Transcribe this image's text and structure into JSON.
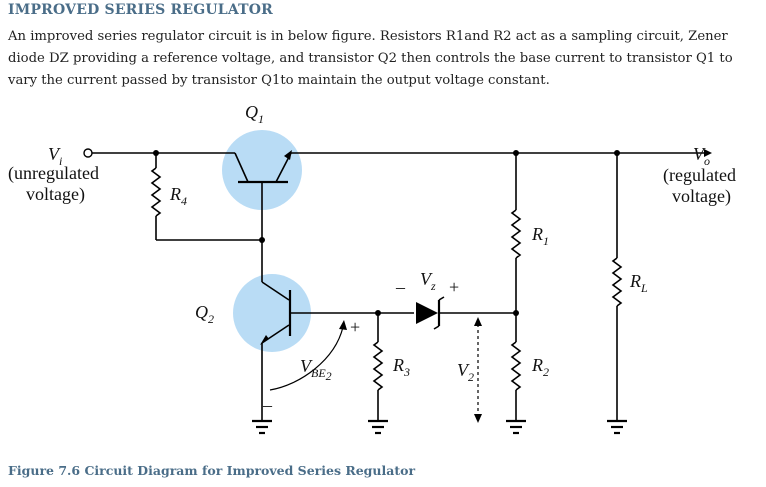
{
  "heading": "IMPROVED SERIES REGULATOR",
  "paragraph": "An improved series regulator circuit is in below figure. Resistors R1and R2 act as a sampling circuit, Zener diode DZ providing a reference voltage, and transistor Q2 then controls the base current to transistor Q1 to vary the current passed by transistor Q1to maintain the output voltage constant.",
  "caption": "Figure 7.6 Circuit Diagram for Improved Series Regulator",
  "colors": {
    "heading": "#4a6d88",
    "transistor_fill": "#b9dcf5"
  },
  "circuit": {
    "vin": {
      "main": "V",
      "sub": "i",
      "note1": "(unregulated",
      "note2": "voltage)"
    },
    "vout": {
      "main": "V",
      "sub": "o",
      "note1": "(regulated",
      "note2": "voltage)"
    },
    "q1": {
      "main": "Q",
      "sub": "1"
    },
    "q2": {
      "main": "Q",
      "sub": "2"
    },
    "r4": {
      "main": "R",
      "sub": "4"
    },
    "r1": {
      "main": "R",
      "sub": "1"
    },
    "r2": {
      "main": "R",
      "sub": "2"
    },
    "r3": {
      "main": "R",
      "sub": "3"
    },
    "rl": {
      "main": "R",
      "sub": "L"
    },
    "vz": {
      "main": "V",
      "sub": "z",
      "minus": "–",
      "plus": "+"
    },
    "v2": {
      "main": "V",
      "sub": "2"
    },
    "vbe": {
      "main": "V",
      "sub": "BE",
      "sub2": "2",
      "plus": "+",
      "minus": "–"
    }
  }
}
